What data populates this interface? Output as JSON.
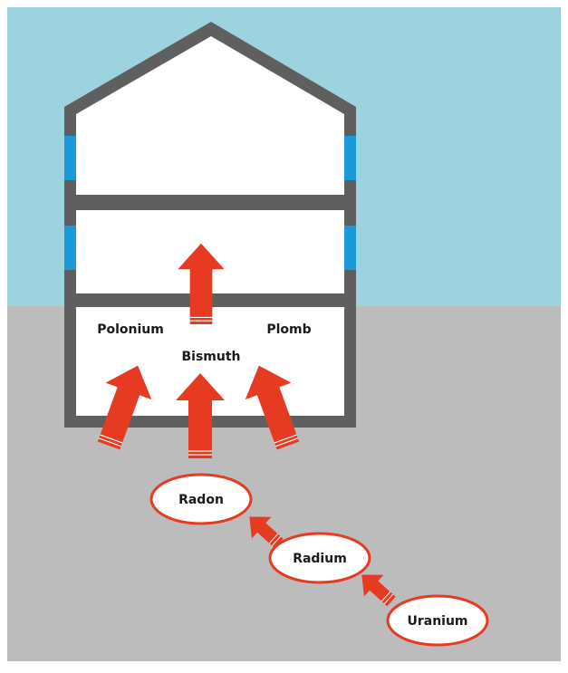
{
  "labels": {
    "polonium": "Polonium",
    "plomb": "Plomb",
    "bismuth": "Bismuth",
    "radon": "Radon",
    "radium": "Radium",
    "uranium": "Uranium"
  },
  "colors": {
    "sky": "#9cd3df",
    "ground": "#bcbcbc",
    "wall": "#5f5f5f",
    "window": "#1a9ad6",
    "arrow": "#e63a23",
    "interior": "#ffffff"
  }
}
